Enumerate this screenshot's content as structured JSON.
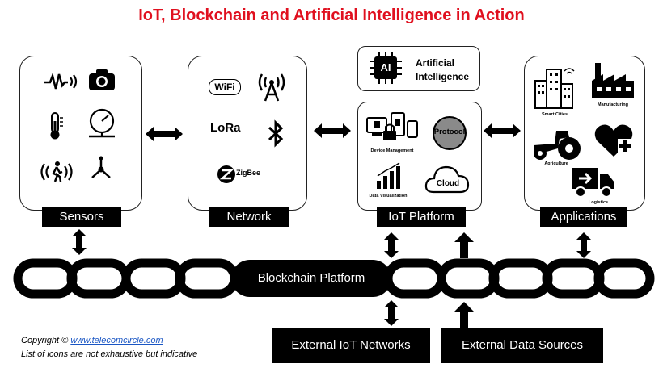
{
  "title": "IoT, Blockchain and Artificial Intelligence in Action",
  "panels": {
    "sensors": "Sensors",
    "network": "Network",
    "iot_platform": "IoT Platform",
    "applications": "Applications"
  },
  "network_icons": {
    "wifi": "WiFi",
    "lora": "LoRa",
    "zigbee": "ZigBee"
  },
  "ai": {
    "badge": "AI",
    "label_line1": "Artificial",
    "label_line2": "Intelligence"
  },
  "iot_platform_items": {
    "device_management": "Device Management",
    "protocol": "Protocol",
    "data_visualization": "Data Visualization",
    "cloud": "Cloud"
  },
  "applications_items": {
    "smart_cities": "Smart Cities",
    "manufacturing": "Manufacturing",
    "agriculture": "Agriculture",
    "logistics": "Logistics"
  },
  "blockchain_label": "Blockchain Platform",
  "external": {
    "iot_networks": "External IoT Networks",
    "data_sources": "External Data Sources"
  },
  "footer": {
    "copyright_prefix": "Copyright ©",
    "link": "www.telecomcircle.com",
    "note": "List of icons are not exhaustive but indicative"
  },
  "colors": {
    "title": "#e0101f",
    "link": "#1a56c4",
    "bars": "#000000"
  }
}
